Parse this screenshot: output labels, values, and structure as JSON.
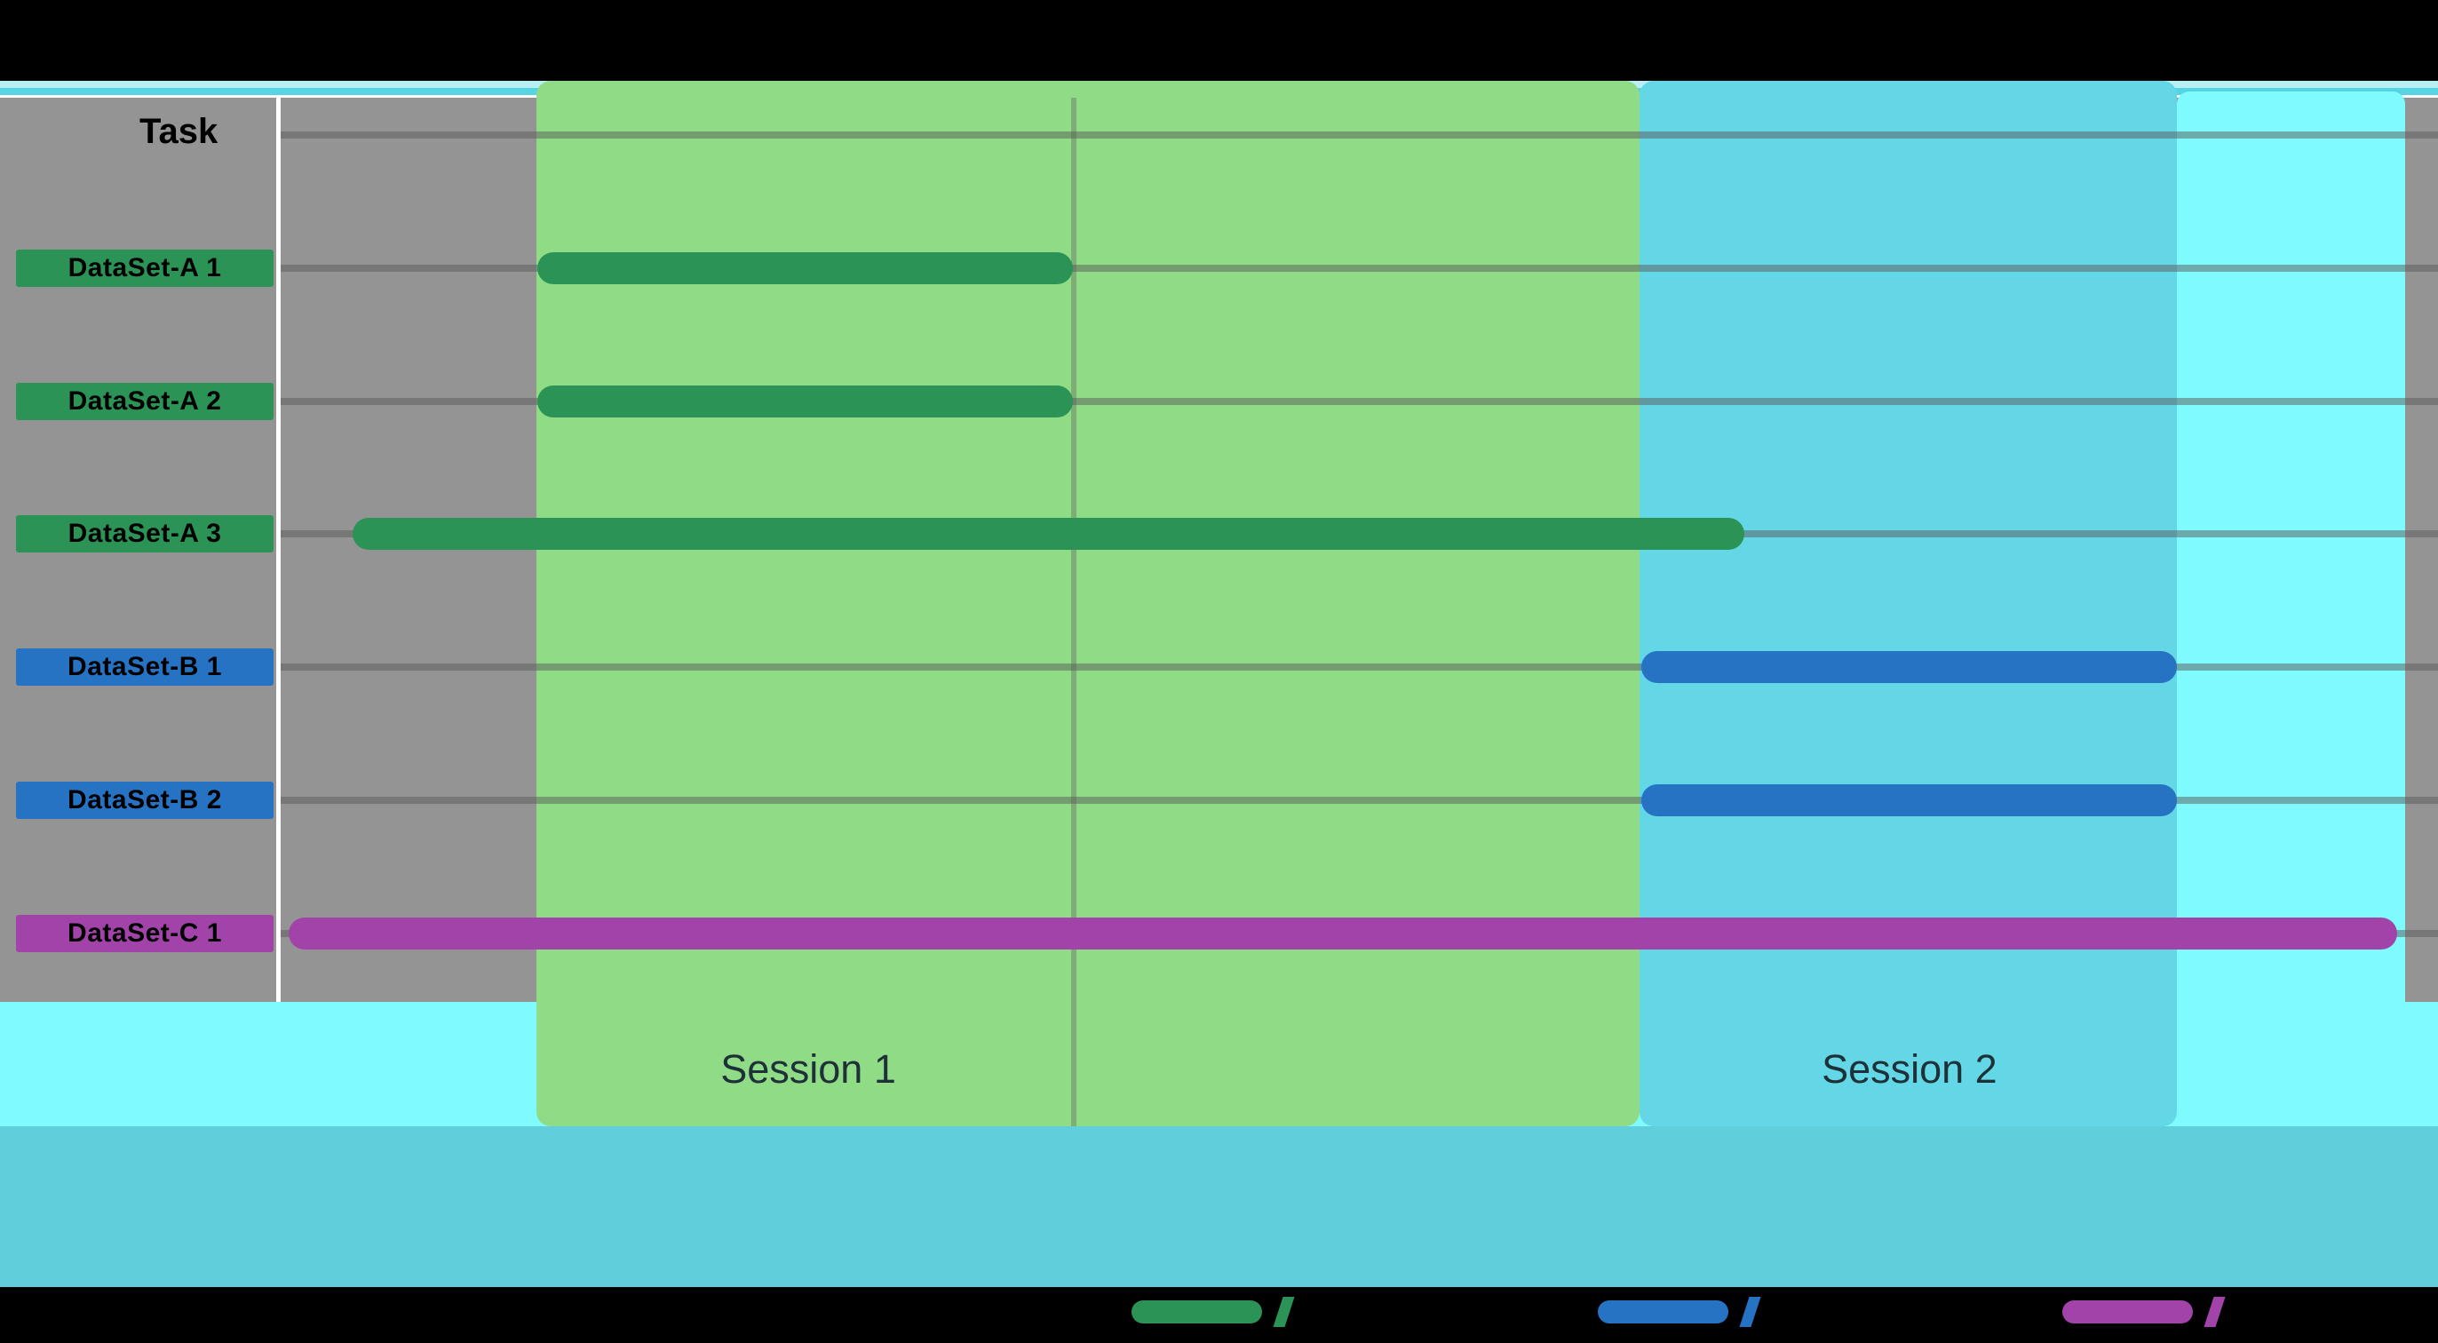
{
  "header": {
    "task_column_label": "Task"
  },
  "colors": {
    "page_background": "#000000",
    "plot_gray": "#949494",
    "strip_light": "#B7EFF5",
    "strip_mid": "#57D4E3",
    "under_strip_cyan": "#7FFBFF",
    "footer_cyan": "#60CEDB",
    "gridline": "rgba(90,90,90,0.5)",
    "vertical_gridline": "rgba(90,90,90,0.35)",
    "green_series": "#2A9355",
    "blue_series": "#2673C4",
    "purple_series": "#A243AA"
  },
  "chart_data": {
    "type": "gantt",
    "task_column_label": "Task",
    "x_axis": {
      "tick_labels_visible": false,
      "range": [
        0,
        1
      ]
    },
    "rows": [
      {
        "label": "DataSet-A 1",
        "group": "A",
        "color": "#2A9355",
        "start": 0.12,
        "end": 0.368
      },
      {
        "label": "DataSet-A 2",
        "group": "A",
        "color": "#2A9355",
        "start": 0.12,
        "end": 0.368
      },
      {
        "label": "DataSet-A 3",
        "group": "A",
        "color": "#2A9355",
        "start": 0.0345,
        "end": 0.679
      },
      {
        "label": "DataSet-B 1",
        "group": "B",
        "color": "#2673C4",
        "start": 0.631,
        "end": 0.879
      },
      {
        "label": "DataSet-B 2",
        "group": "B",
        "color": "#2673C4",
        "start": 0.631,
        "end": 0.879
      },
      {
        "label": "DataSet-C 1",
        "group": "C",
        "color": "#A243AA",
        "start": 0.005,
        "end": 0.981
      }
    ],
    "sessions": [
      {
        "label": "Session 1",
        "start": 0.1197,
        "end": 0.6303,
        "color": "#90DC86",
        "label_center": 0.2455
      },
      {
        "label": "Session 2",
        "start": 0.6303,
        "end": 0.8791,
        "color": "#64D7E6",
        "label_center": 0.7553
      }
    ],
    "right_band": {
      "label": "",
      "start": 0.8791,
      "end": 0.9848,
      "color": "#7FFBFF"
    },
    "vertical_gridlines": [
      0.3684
    ],
    "legend_position": "bottom",
    "legend": {
      "items": [
        {
          "label": "",
          "color": "#2A9355"
        },
        {
          "label": "",
          "color": "#2673C4"
        },
        {
          "label": "",
          "color": "#A243AA"
        }
      ]
    }
  }
}
